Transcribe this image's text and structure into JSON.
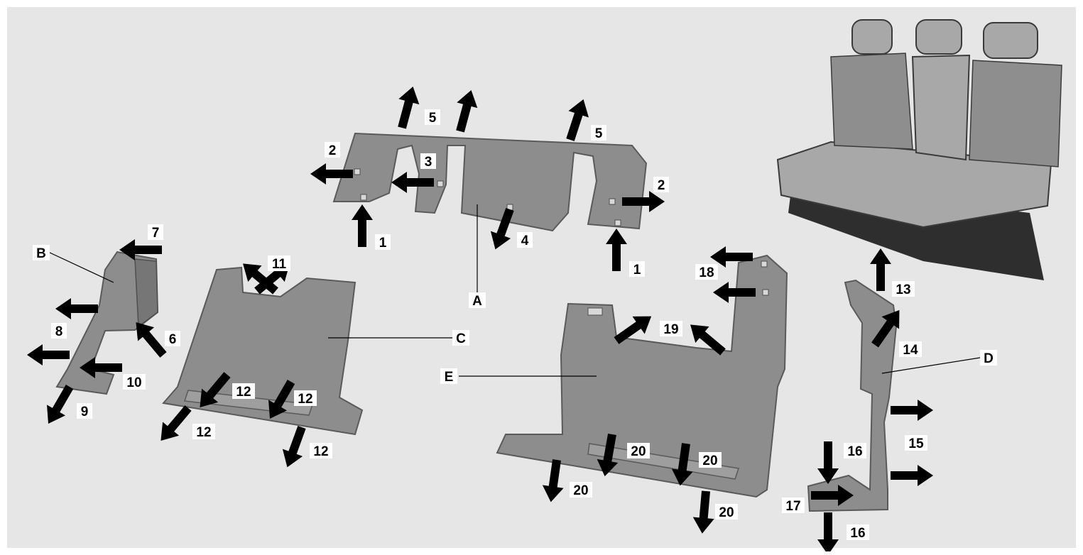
{
  "diagram": {
    "letters": {
      "A": "A",
      "B": "B",
      "C": "C",
      "D": "D",
      "E": "E"
    },
    "numbers": {
      "n1": "1",
      "n2": "2",
      "n3": "3",
      "n4": "4",
      "n5": "5",
      "n6": "6",
      "n7": "7",
      "n8": "8",
      "n9": "9",
      "n10": "10",
      "n11": "11",
      "n12": "12",
      "n13": "13",
      "n14": "14",
      "n15": "15",
      "n16": "16",
      "n17": "17",
      "n18": "18",
      "n19": "19",
      "n20": "20"
    },
    "colors": {
      "background": "#e6e6e6",
      "panel": "#8d8d8d",
      "arrow": "#000000"
    }
  }
}
